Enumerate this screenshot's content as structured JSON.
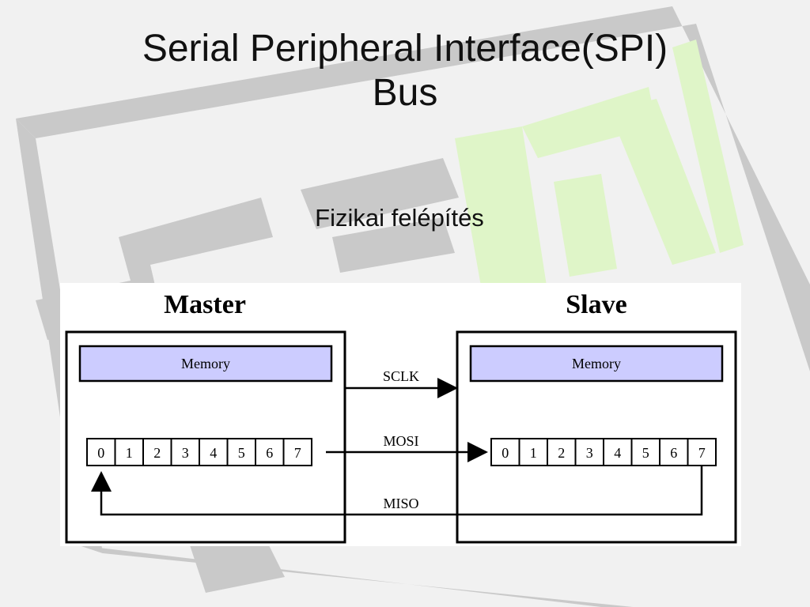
{
  "slide": {
    "title_line1": "Serial Peripheral Interface(SPI)",
    "title_line2": "Bus",
    "subtitle": "Fizikai felépítés"
  },
  "diagram": {
    "master": {
      "heading": "Master",
      "memory_label": "Memory",
      "register_bits": [
        "0",
        "1",
        "2",
        "3",
        "4",
        "5",
        "6",
        "7"
      ]
    },
    "slave": {
      "heading": "Slave",
      "memory_label": "Memory",
      "register_bits": [
        "0",
        "1",
        "2",
        "3",
        "4",
        "5",
        "6",
        "7"
      ]
    },
    "signals": {
      "sclk": "SCLK",
      "mosi": "MOSI",
      "miso": "MISO"
    }
  },
  "colors": {
    "memory_fill": "#ccccff",
    "watermark_gray": "#c8c8c8",
    "watermark_green": "#dff5c8"
  }
}
